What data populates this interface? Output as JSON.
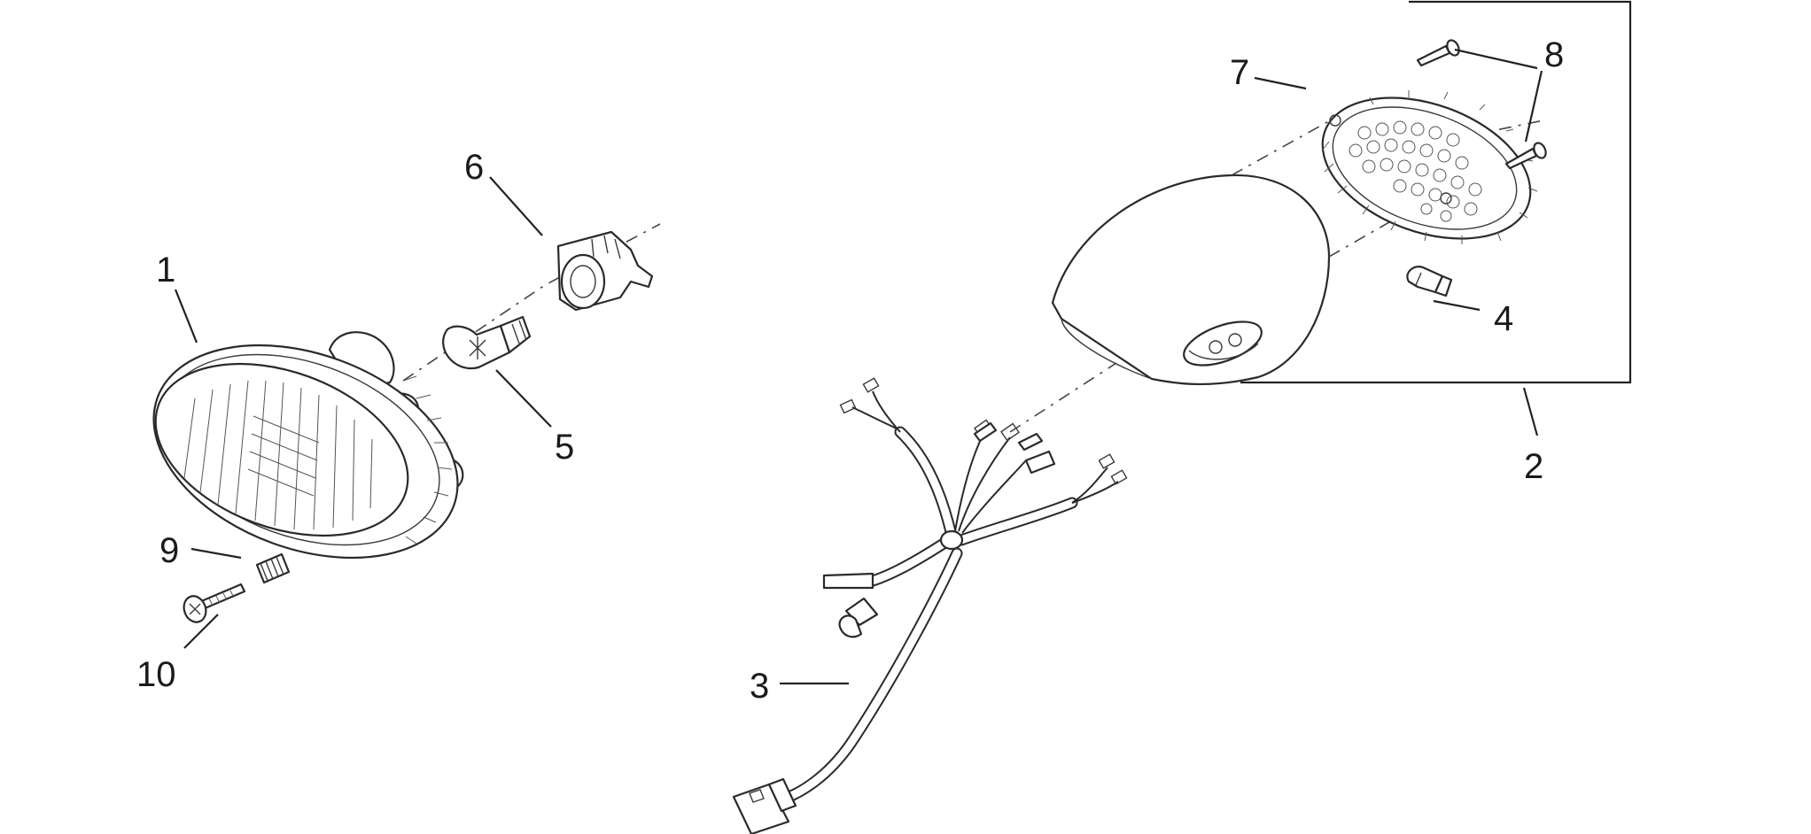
{
  "callouts": {
    "c1": "1",
    "c2": "2",
    "c3": "3",
    "c4": "4",
    "c5": "5",
    "c6": "6",
    "c7": "7",
    "c8": "8",
    "c9": "9",
    "c10": "10"
  },
  "colors": {
    "line": "#2a2a2a",
    "background": "#ffffff"
  }
}
